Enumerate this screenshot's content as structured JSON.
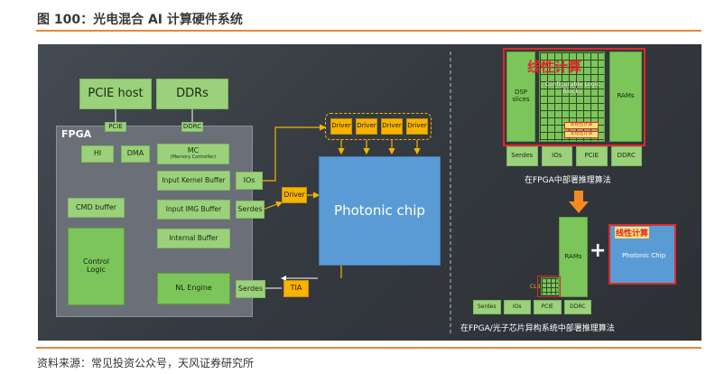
{
  "figure_title": "图 100：光电混合 AI 计算硬件系统",
  "source": "资料来源：常见投资公众号，天风证券研究所",
  "left": {
    "pcie_host": "PCIE host",
    "ddrs": "DDRs",
    "fpga_label": "FPGA",
    "pcie": "PCIE",
    "ddrc": "DDRC",
    "hi": "HI",
    "dma": "DMA",
    "mc": "MC",
    "mc_sub": "(Memory Controller)",
    "input_kernel_buffer": "Input Kernel Buffer",
    "ios": "IOs",
    "input_img_buffer": "Input IMG Buffer",
    "serdes_top": "Serdes",
    "cmd_buffer": "CMD buffer",
    "control_logic": "Control Logic",
    "internal_buffer": "Internal Buffer",
    "nl_engine": "NL Engine",
    "serdes_bottom": "Serdes",
    "tia": "TIA",
    "driver_single": "Driver",
    "drivers": [
      "Driver",
      "Driver",
      "Driver",
      "Driver"
    ],
    "photonic_chip": "Photonic chip"
  },
  "right": {
    "linear_compute_top": "线性计算",
    "dsp_slices": "DSP slices",
    "configurable_logic_blocks": "Configurable Logic Blocks",
    "rams_top": "RAMs",
    "small_label_a": "非线性计算",
    "small_label_b": "非线性计算",
    "bottom_row_top": [
      "Serdes",
      "IOs",
      "PCIE",
      "DDRC"
    ],
    "caption_top": "在FPGA中部署推理算法",
    "rams_bottom": "RAMs",
    "clb": "CLB",
    "plus": "+",
    "linear_compute_right": "线性计算",
    "photonic_chip_small": "Photonic Chip",
    "bottom_row_bottom": [
      "Serdes",
      "IOs",
      "PCIE",
      "DDRC"
    ],
    "caption_bottom": "在FPGA/光子芯片异构系统中部署推理算法"
  },
  "colors": {
    "rule": "#e5893a",
    "green": "#9ad17a",
    "yellow": "#f6b300",
    "photonic_blue": "#5b9bd5",
    "red_outline": "#e0282c",
    "arrow_orange": "#f58a1f"
  }
}
